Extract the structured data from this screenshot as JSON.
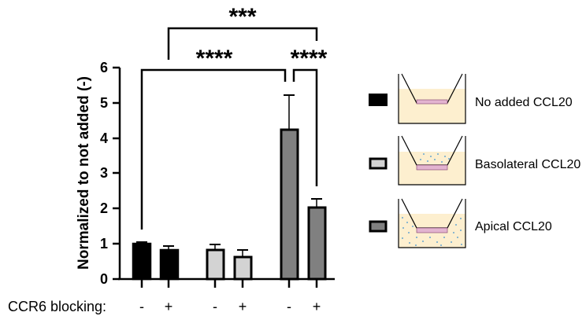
{
  "chart_data": {
    "type": "bar",
    "title": "",
    "xlabel": "CCR6 blocking:",
    "ylabel": "Normalized to not added (-)",
    "ylim": [
      0,
      6
    ],
    "yticks": [
      0,
      1,
      2,
      3,
      4,
      5,
      6
    ],
    "grid": false,
    "legend_position": "right",
    "categories": [
      "-",
      "+",
      "-",
      "+",
      "-",
      "+"
    ],
    "series": [
      {
        "name": "No added CCL20",
        "color": "#000000",
        "values": [
          1.0,
          0.83
        ],
        "errors": [
          0.05,
          0.12
        ],
        "x_index": [
          0,
          1
        ]
      },
      {
        "name": "Basolateral CCL20",
        "color": "#d3d3d3",
        "values": [
          0.83,
          0.63
        ],
        "errors": [
          0.18,
          0.22
        ],
        "x_index": [
          2,
          3
        ]
      },
      {
        "name": "Apical CCL20",
        "color": "#808080",
        "values": [
          4.25,
          2.05
        ],
        "errors": [
          1.0,
          0.25
        ],
        "x_index": [
          4,
          5
        ]
      }
    ],
    "annotations": [
      {
        "text": "***",
        "from": "No added CCL20 +",
        "to": "Apical CCL20 +"
      },
      {
        "text": "****",
        "from": "No added CCL20 -",
        "to": "Apical CCL20 -"
      },
      {
        "text": "****",
        "from": "Apical CCL20 -",
        "to": "Apical CCL20 +"
      }
    ]
  },
  "labels": {
    "ylabel": "Normalized to not added (-)",
    "xlabel": "CCR6 blocking:",
    "yticks": [
      "0",
      "1",
      "2",
      "3",
      "4",
      "5",
      "6"
    ],
    "cats": [
      "-",
      "+",
      "-",
      "+",
      "-",
      "+"
    ],
    "sig_top": "***",
    "sig_left": "****",
    "sig_right": "****"
  },
  "legend": [
    {
      "label": "No added CCL20",
      "color": "#000000"
    },
    {
      "label": "Basolateral CCL20",
      "color": "#d3d3d3"
    },
    {
      "label": "Apical CCL20",
      "color": "#808080"
    }
  ]
}
